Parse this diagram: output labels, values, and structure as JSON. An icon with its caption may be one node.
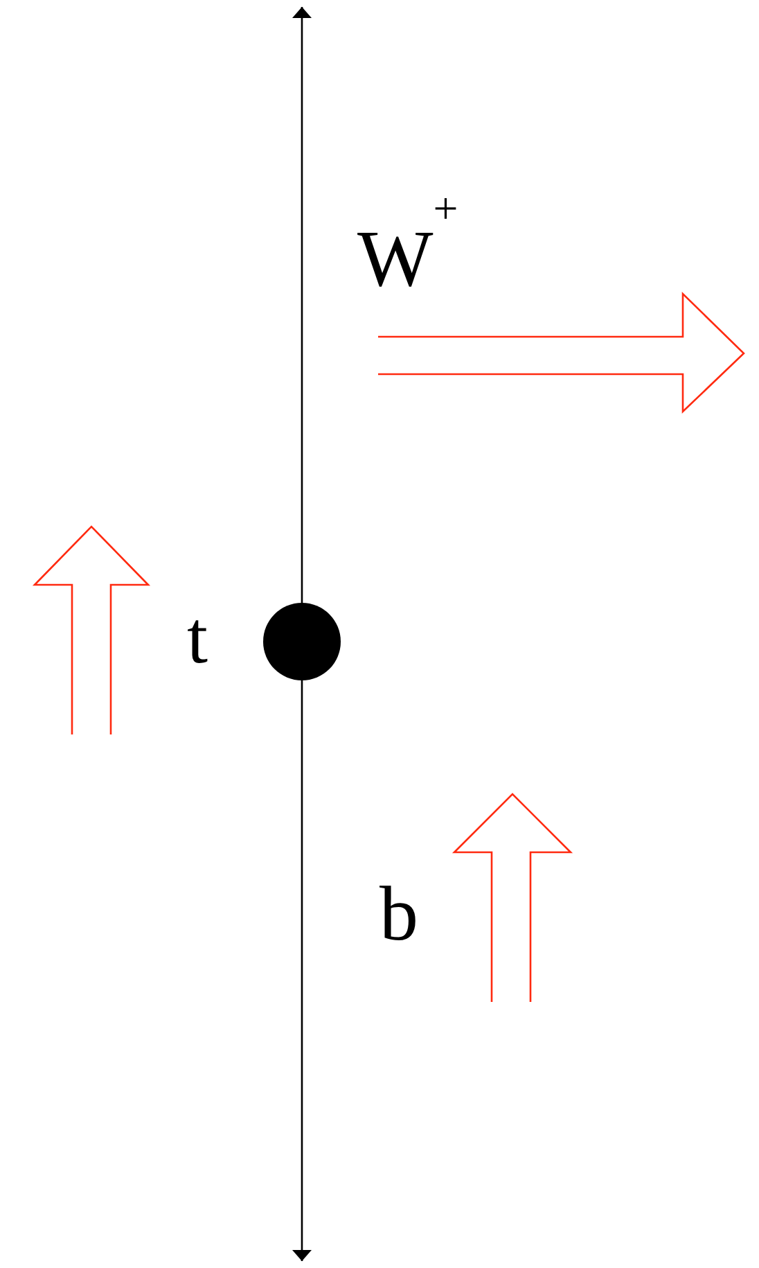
{
  "diagram": {
    "nodes": [
      {
        "text": [],
        "shape": "circle",
        "beside": [
          "t"
        ]
      }
    ],
    "labels": [
      "W$^{+}$",
      "b"
    ]
  }
}
